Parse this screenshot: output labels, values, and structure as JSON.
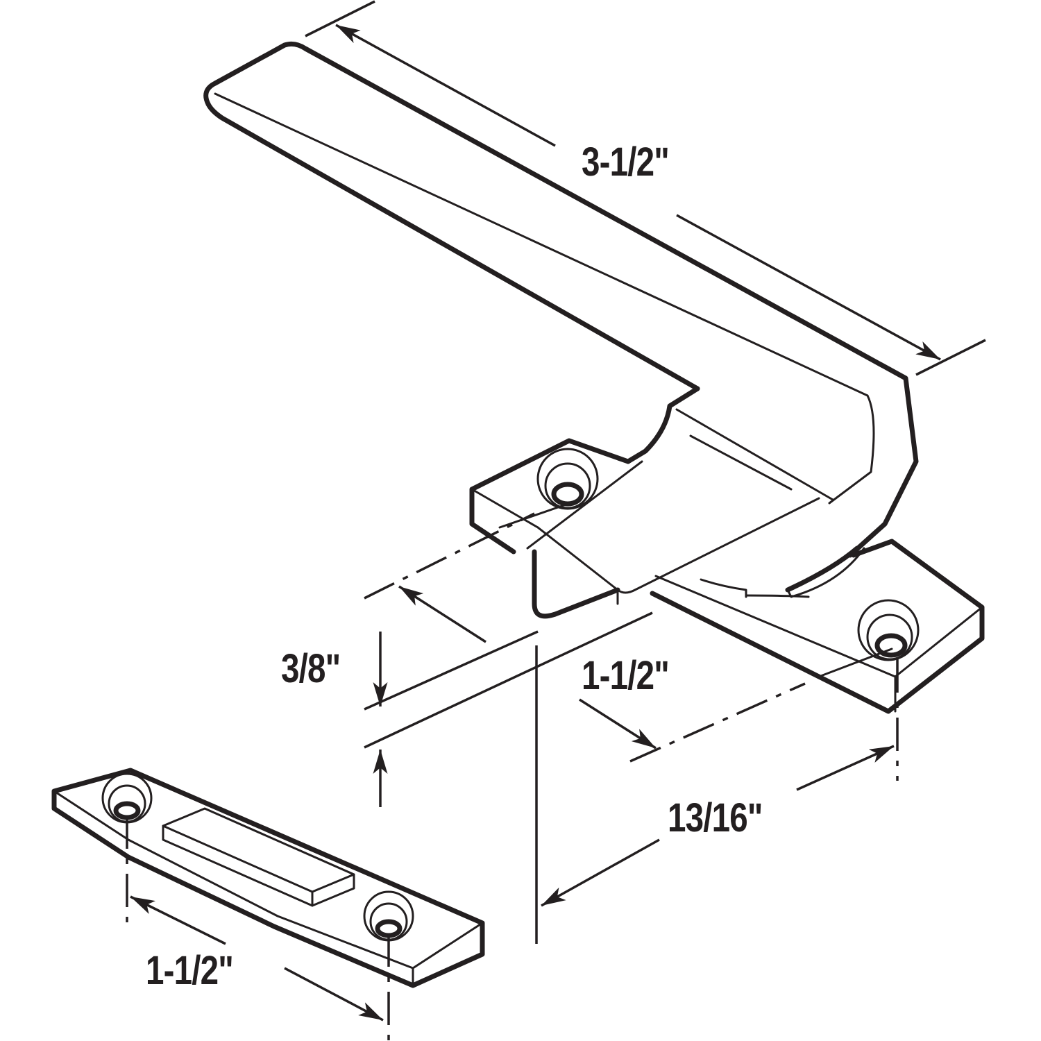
{
  "diagram": {
    "type": "technical-dimension-drawing",
    "subject": "window sash lock handle with keeper",
    "line_color": "#231f20",
    "background": "#ffffff",
    "parts": [
      {
        "id": "handle",
        "description": "lock handle lever with mounting base and two screw holes"
      },
      {
        "id": "keeper",
        "description": "keeper plate with raised strike and two screw holes"
      }
    ],
    "dimensions": {
      "handle_length": "3-1/2\"",
      "base_height": "3/8\"",
      "base_hole_spacing": "1-1/2\"",
      "base_depth": "13/16\"",
      "keeper_hole_spacing": "1-1/2\""
    }
  }
}
